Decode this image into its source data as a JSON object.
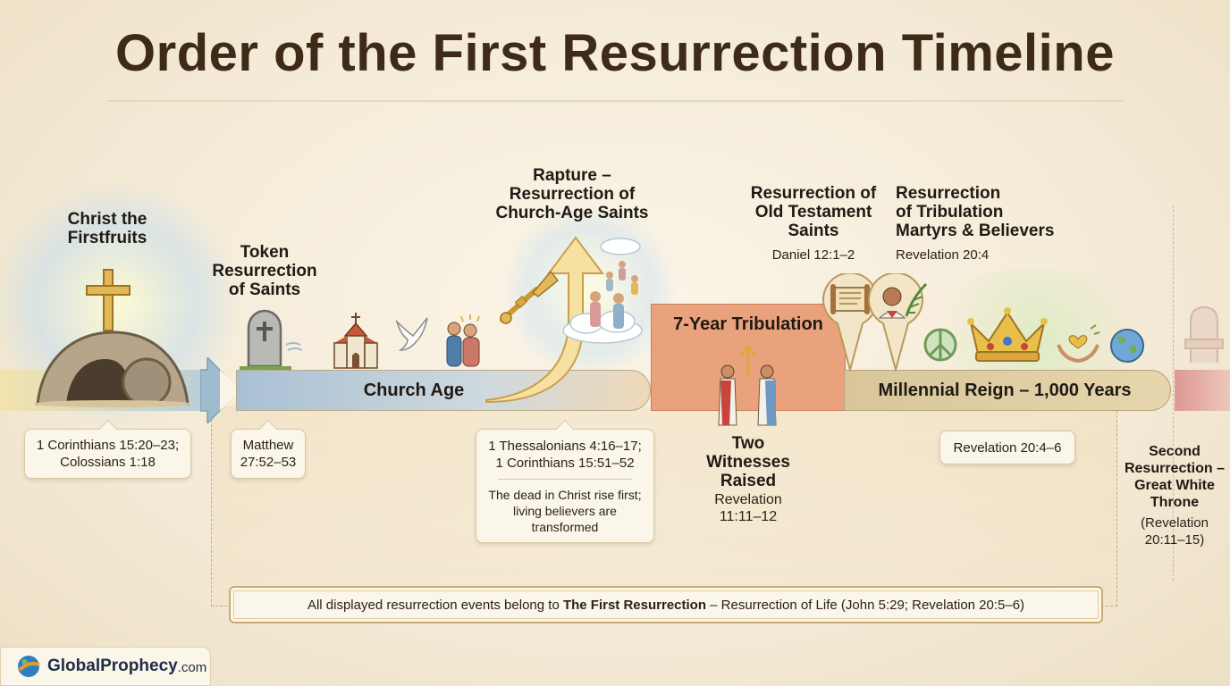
{
  "title": "Order of the First Resurrection Timeline",
  "events": {
    "christ": {
      "title": "Christ the Firstfruits",
      "ref_lines": [
        "1 Corinthians 15:20–23;",
        "Colossians 1:18"
      ]
    },
    "token": {
      "title_lines": [
        "Token",
        "Resurrection",
        "of Saints"
      ],
      "ref_lines": [
        "Matthew",
        "27:52–53"
      ]
    },
    "church_age": {
      "label": "Church Age"
    },
    "rapture": {
      "title_lines": [
        "Rapture –",
        "Resurrection of",
        "Church-Age Saints"
      ],
      "ref_lines": [
        "1 Thessalonians 4:16–17;",
        "1 Corinthians 15:51–52"
      ],
      "note_lines": [
        "The dead in Christ rise first;",
        "living believers are",
        "transformed"
      ]
    },
    "tribulation": {
      "label": "7-Year Tribulation"
    },
    "two_witnesses": {
      "title_lines": [
        "Two",
        "Witnesses",
        "Raised"
      ],
      "ref_lines": [
        "Revelation",
        "11:11–12"
      ]
    },
    "old_testament": {
      "title_lines": [
        "Resurrection of",
        "Old Testament",
        "Saints"
      ],
      "ref": "Daniel 12:1–2"
    },
    "martyrs": {
      "title_lines": [
        "Resurrection",
        "of Tribulation",
        "Martyrs & Believers"
      ],
      "ref": "Revelation 20:4"
    },
    "millennium": {
      "label": "Millennial Reign – 1,000 Years",
      "ref": "Revelation 20:4–6"
    },
    "second": {
      "title_lines": [
        "Second",
        "Resurrection –",
        "Great White",
        "Throne"
      ],
      "ref_lines": [
        "(Revelation",
        "20:11–15)"
      ]
    }
  },
  "footer": {
    "prefix": "All displayed resurrection events belong to ",
    "bold": "The First Resurrection",
    "suffix": " – Resurrection of Life (John 5:29; Revelation 20:5–6)"
  },
  "logo": {
    "brand": "GlobalProphecy",
    "tld": ".com"
  },
  "colors": {
    "title": "#3d2a17",
    "church_age_band": "#a9c0d4",
    "tribulation": "#e9a27c",
    "millennium": "#d9c69a",
    "second_resurrection": "#d98a86",
    "background": "#f4ead6"
  },
  "icons": [
    "cross-icon",
    "empty-tomb-icon",
    "tombstone-icon",
    "church-icon",
    "dove-icon",
    "praying-people-icon",
    "trumpet-icon",
    "rising-saints-icon",
    "clouds-icon",
    "two-witnesses-icon",
    "scroll-icon",
    "martyr-palm-icon",
    "peace-icon",
    "crown-icon",
    "hands-heart-icon",
    "globe-icon",
    "throne-icon",
    "globe-logo-icon"
  ]
}
